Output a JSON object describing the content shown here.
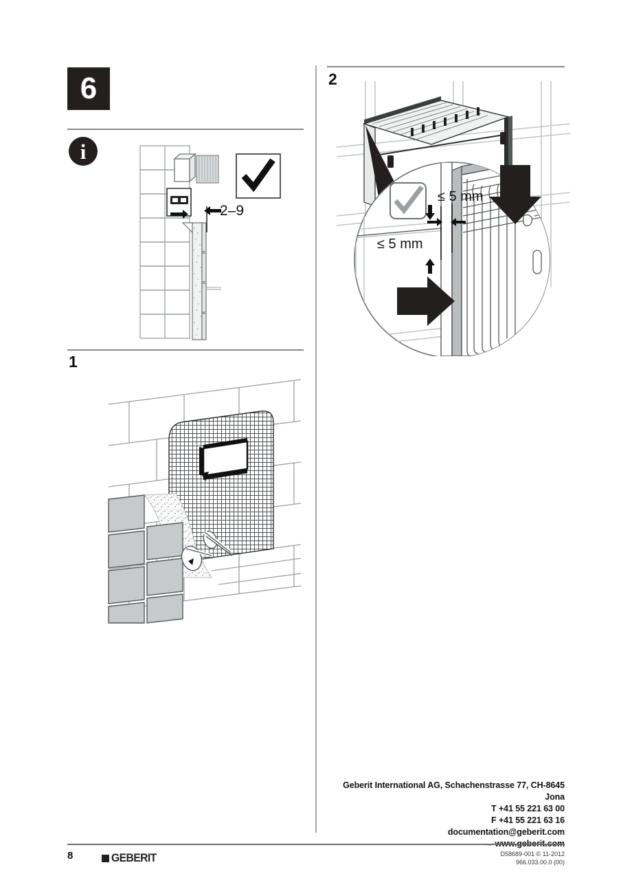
{
  "document": {
    "page_number": "8",
    "brand": "GEBERIT",
    "doc_id_line1": "D58689-001 © 11-2012",
    "doc_id_line2": "966.033.00.0 (00)"
  },
  "chapter": {
    "number": "6"
  },
  "info_panel": {
    "icon": "info-icon",
    "check_icon": "checkmark-icon",
    "dimension_label": "2–9"
  },
  "step_one": {
    "label": "1",
    "caption": ""
  },
  "step_two": {
    "label": "2",
    "check_icon": "checkmark-icon",
    "tolerance_horizontal": "≤ 5 mm",
    "tolerance_vertical": "≤ 5 mm",
    "arrow_down": "arrow-down-icon",
    "arrow_right": "arrow-right-icon"
  },
  "footer": {
    "company": "Geberit International AG, Schachenstrasse 77, CH-8645 Jona",
    "phone": "T +41 55 221 63 00",
    "fax": "F +41 55 221 63 16",
    "email": "documentation@geberit.com",
    "website_arrow": "→",
    "website": "www.geberit.com"
  },
  "colors": {
    "ink": "#231f1f",
    "rule": "#8a8a8a",
    "tile_fill": "#c6cacb",
    "grey_line": "#8d9294"
  }
}
